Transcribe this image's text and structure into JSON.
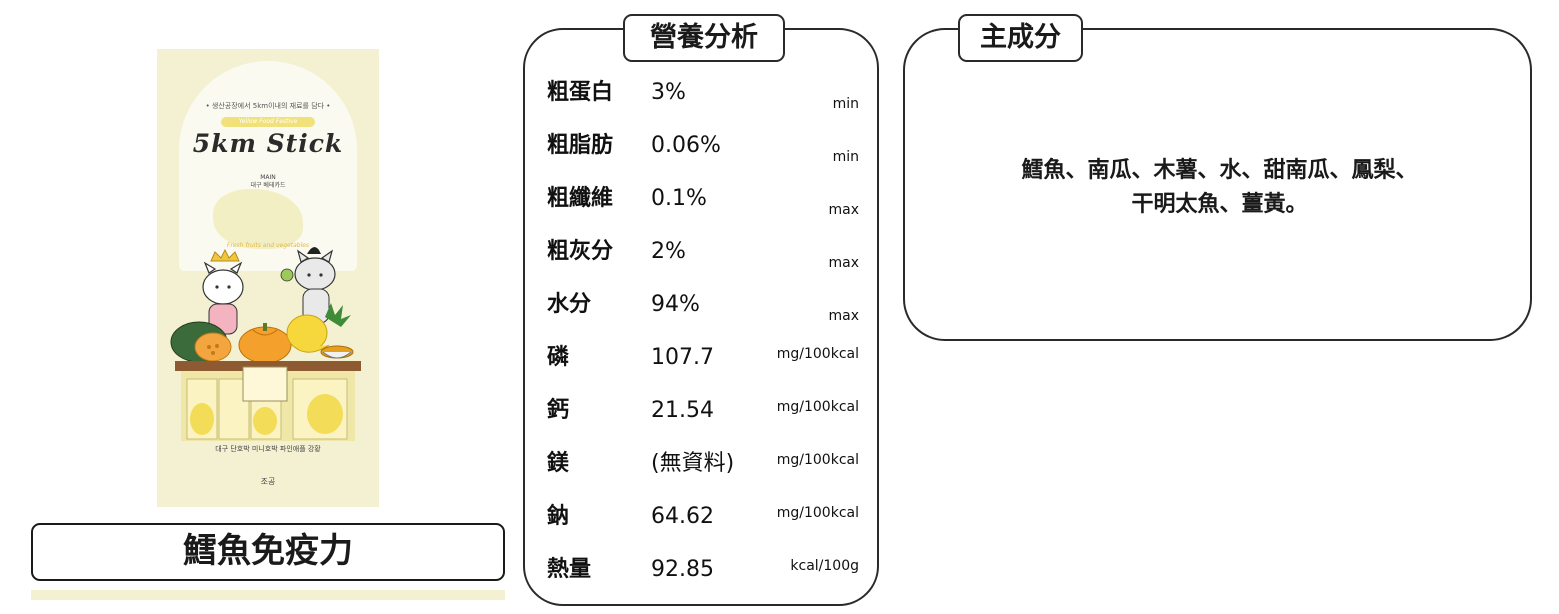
{
  "product": {
    "name": "鱈魚免疫力",
    "package": {
      "tagline": "• 생산공장에서 5km이내의 재료를 담다 •",
      "ribbon": "Yellow Food Festive",
      "logo": "5km Stick",
      "main_label": "MAIN",
      "main_item": "대구 베테카드",
      "subtitle": "Fresh fruits and vegetables",
      "footer_ingredients": "대구 단호박 미니호박 파인애플 강황",
      "brand": "조공"
    }
  },
  "nutrition": {
    "title": "營養分析",
    "rows": [
      {
        "name": "粗蛋白",
        "value": "3%",
        "unit": "min"
      },
      {
        "name": "粗脂肪",
        "value": "0.06%",
        "unit": "min"
      },
      {
        "name": "粗纖維",
        "value": "0.1%",
        "unit": "max"
      },
      {
        "name": "粗灰分",
        "value": "2%",
        "unit": "max"
      },
      {
        "name": "水分",
        "value": "94%",
        "unit": "max"
      },
      {
        "name": "磷",
        "value": "107.7",
        "unit": "mg/100kcal"
      },
      {
        "name": "鈣",
        "value": "21.54",
        "unit": "mg/100kcal"
      },
      {
        "name": "鎂",
        "value": "(無資料)",
        "unit": "mg/100kcal"
      },
      {
        "name": "鈉",
        "value": "64.62",
        "unit": "mg/100kcal"
      },
      {
        "name": "熱量",
        "value": "92.85",
        "unit": "kcal/100g"
      }
    ]
  },
  "ingredients": {
    "title": "主成分",
    "line1": "鱈魚、南瓜、木薯、水、甜南瓜、鳳梨、",
    "line2": "干明太魚、薑黃。"
  }
}
